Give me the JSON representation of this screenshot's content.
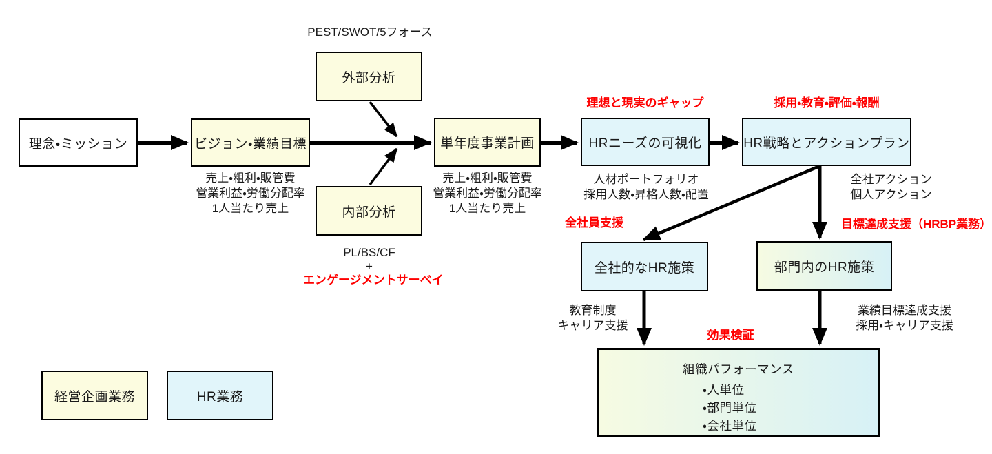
{
  "nodes": {
    "mission": {
      "label": "理念・ミッション"
    },
    "vision": {
      "label": "ビジョン・業績目標",
      "metrics": [
        "売上・粗利・販管費",
        "営業利益・労働分配率",
        "1人当たり売上"
      ]
    },
    "external_analysis": {
      "label": "外部分析",
      "framework_note": "PEST/SWOT/5フォース"
    },
    "internal_analysis": {
      "label": "内部分析",
      "note_line1": "PL/BS/CF",
      "note_line2": "+",
      "note_line3_red": "エンゲージメントサーベイ"
    },
    "annual_plan": {
      "label": "単年度事業計画",
      "metrics": [
        "売上・粗利・販管費",
        "営業利益・労働分配率",
        "1人当たり売上"
      ]
    },
    "hr_needs": {
      "label": "HRニーズの可視化",
      "gap_note_red": "理想と現実のギャップ",
      "notes": [
        "人材ポートフォリオ",
        "採用人数・昇格人数・配置"
      ]
    },
    "hr_strategy": {
      "label": "HR戦略とアクションプラン",
      "scope_note_red": "採用・教育・評価・報酬",
      "notes": [
        "全社アクション",
        "個人アクション"
      ]
    },
    "companywide_hr": {
      "label": "全社的なHR施策",
      "support_note_red": "全社員支援",
      "notes": [
        "教育制度",
        "キャリア支援"
      ]
    },
    "department_hr": {
      "label": "部門内のHR施策",
      "support_note_red": "目標達成支援（HRBP業務）",
      "notes": [
        "業績目標達成支援",
        "採用・キャリア支援"
      ]
    },
    "org_performance": {
      "label": "組織パフォーマンス",
      "verify_note_red": "効果検証",
      "units": [
        "・人単位",
        "・部門単位",
        "・会社単位"
      ]
    }
  },
  "legend": {
    "planning": {
      "label": "経営企画業務",
      "color": "#fcfce0"
    },
    "hr": {
      "label": "HR業務",
      "color": "#e1f5fa"
    }
  },
  "colors": {
    "planning_fill": "#fcfce0",
    "hr_fill": "#e1f5fa",
    "mixed_fill_left": "#f6fbe2",
    "mixed_fill_right": "#d7f1f6",
    "annotation_red": "#fe0000",
    "border": "#000000"
  }
}
